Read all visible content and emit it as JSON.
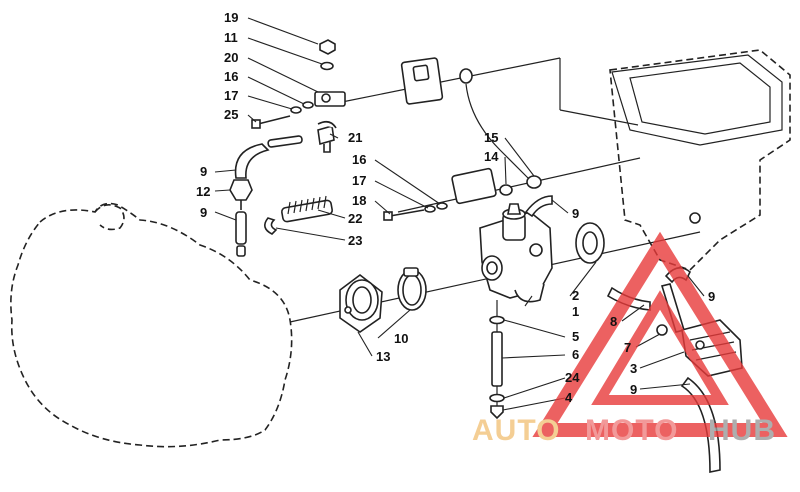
{
  "callouts": [
    {
      "id": "c19",
      "label": "19"
    },
    {
      "id": "c11",
      "label": "11"
    },
    {
      "id": "c20",
      "label": "20"
    },
    {
      "id": "c16a",
      "label": "16"
    },
    {
      "id": "c17a",
      "label": "17"
    },
    {
      "id": "c25",
      "label": "25"
    },
    {
      "id": "c21",
      "label": "21"
    },
    {
      "id": "c9a",
      "label": "9"
    },
    {
      "id": "c12",
      "label": "12"
    },
    {
      "id": "c9b",
      "label": "9"
    },
    {
      "id": "c15",
      "label": "15"
    },
    {
      "id": "c14",
      "label": "14"
    },
    {
      "id": "c16b",
      "label": "16"
    },
    {
      "id": "c17b",
      "label": "17"
    },
    {
      "id": "c18",
      "label": "18"
    },
    {
      "id": "c22",
      "label": "22"
    },
    {
      "id": "c23",
      "label": "23"
    },
    {
      "id": "c9c",
      "label": "9"
    },
    {
      "id": "c2",
      "label": "2"
    },
    {
      "id": "c1",
      "label": "1"
    },
    {
      "id": "c9d",
      "label": "9"
    },
    {
      "id": "c8",
      "label": "8"
    },
    {
      "id": "c7",
      "label": "7"
    },
    {
      "id": "c10",
      "label": "10"
    },
    {
      "id": "c13",
      "label": "13"
    },
    {
      "id": "c5",
      "label": "5"
    },
    {
      "id": "c6",
      "label": "6"
    },
    {
      "id": "c3",
      "label": "3"
    },
    {
      "id": "c24",
      "label": "24"
    },
    {
      "id": "c4",
      "label": "4"
    },
    {
      "id": "c9e",
      "label": "9"
    }
  ],
  "watermark": {
    "part1": "AUTO",
    "part2": "MOTO",
    "part3": "HUB",
    "color_auto": "#f2c27a",
    "color_moto": "#f08080",
    "color_hub": "#9a9a9a",
    "triangle_color": "#e83a3a"
  }
}
